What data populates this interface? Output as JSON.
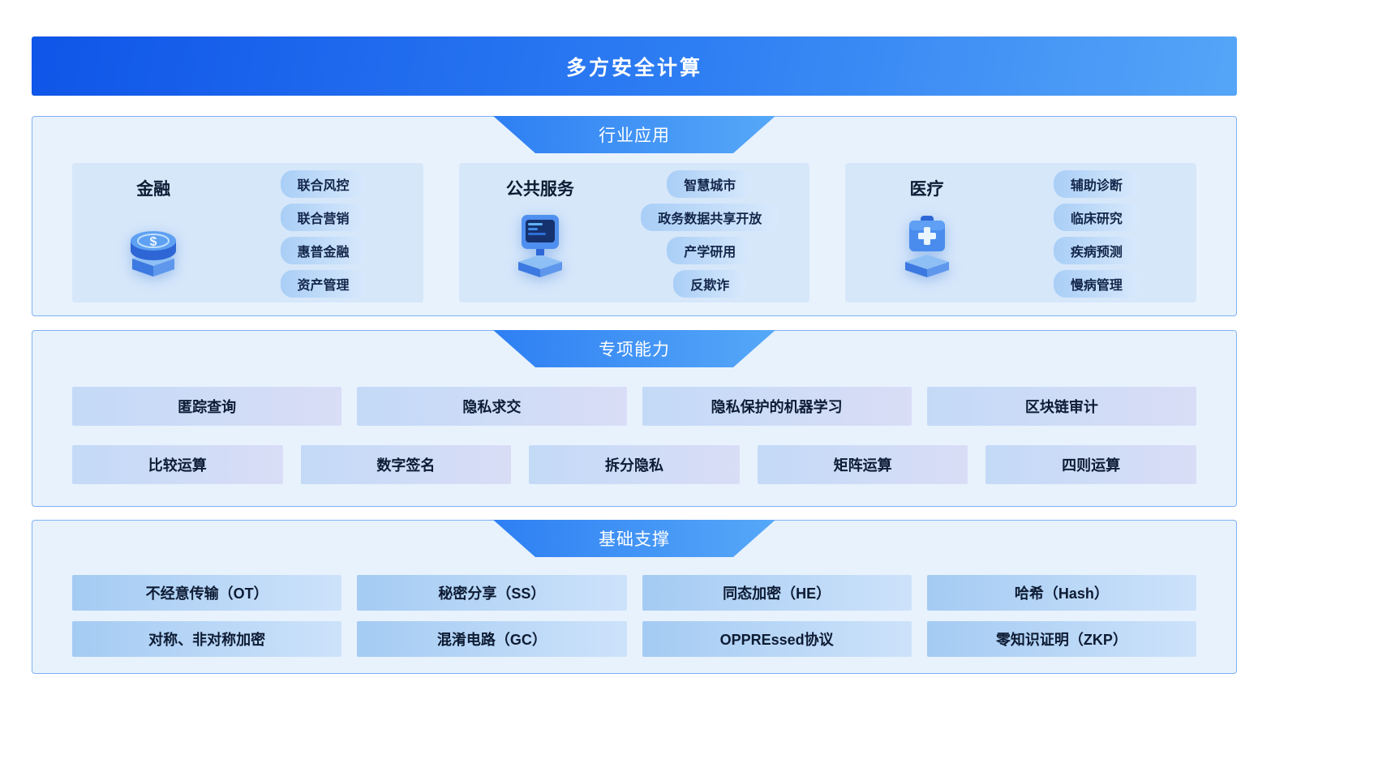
{
  "banner": {
    "title": "多方安全计算"
  },
  "sections": [
    {
      "title": "行业应用",
      "categories": [
        {
          "name": "金融",
          "icon": "finance-coin-icon",
          "tags": [
            "联合风控",
            "联合营销",
            "惠普金融",
            "资产管理"
          ]
        },
        {
          "name": "公共服务",
          "icon": "public-service-computer-icon",
          "tags": [
            "智慧城市",
            "政务数据共享开放",
            "产学研用",
            "反欺诈"
          ]
        },
        {
          "name": "医疗",
          "icon": "medical-kit-icon",
          "tags": [
            "辅助诊断",
            "临床研究",
            "疾病预测",
            "慢病管理"
          ]
        }
      ]
    },
    {
      "title": "专项能力",
      "rows": [
        [
          "匿踪查询",
          "隐私求交",
          "隐私保护的机器学习",
          "区块链审计"
        ],
        [
          "比较运算",
          "数字签名",
          "拆分隐私",
          "矩阵运算",
          "四则运算"
        ]
      ]
    },
    {
      "title": "基础支撑",
      "rows": [
        [
          "不经意传输（OT）",
          "秘密分享（SS）",
          "同态加密（HE）",
          "哈希（Hash）"
        ],
        [
          "对称、非对称加密",
          "混淆电路（GC）",
          "OPPREssed协议",
          "零知识证明（ZKP）"
        ]
      ]
    }
  ],
  "theme": {
    "banner_gradient_start": "#0f55e8",
    "banner_gradient_end": "#55a5f8",
    "section_bg": "#e8f2fd",
    "section_border": "#7fb0f5",
    "header_gradient_start": "#2e7ff3",
    "header_gradient_end": "#56a8f8",
    "category_bg": "#d6e7fa",
    "pill_gradient_start": "#a9cef6",
    "pill_gradient_end": "#d8e9fc",
    "capability_bar_start": "#c3daf7",
    "capability_bar_end": "#d9ddf6",
    "support_bar_start": "#a4cbf3",
    "support_bar_end": "#cde2fa",
    "text_dark": "#101c33"
  }
}
